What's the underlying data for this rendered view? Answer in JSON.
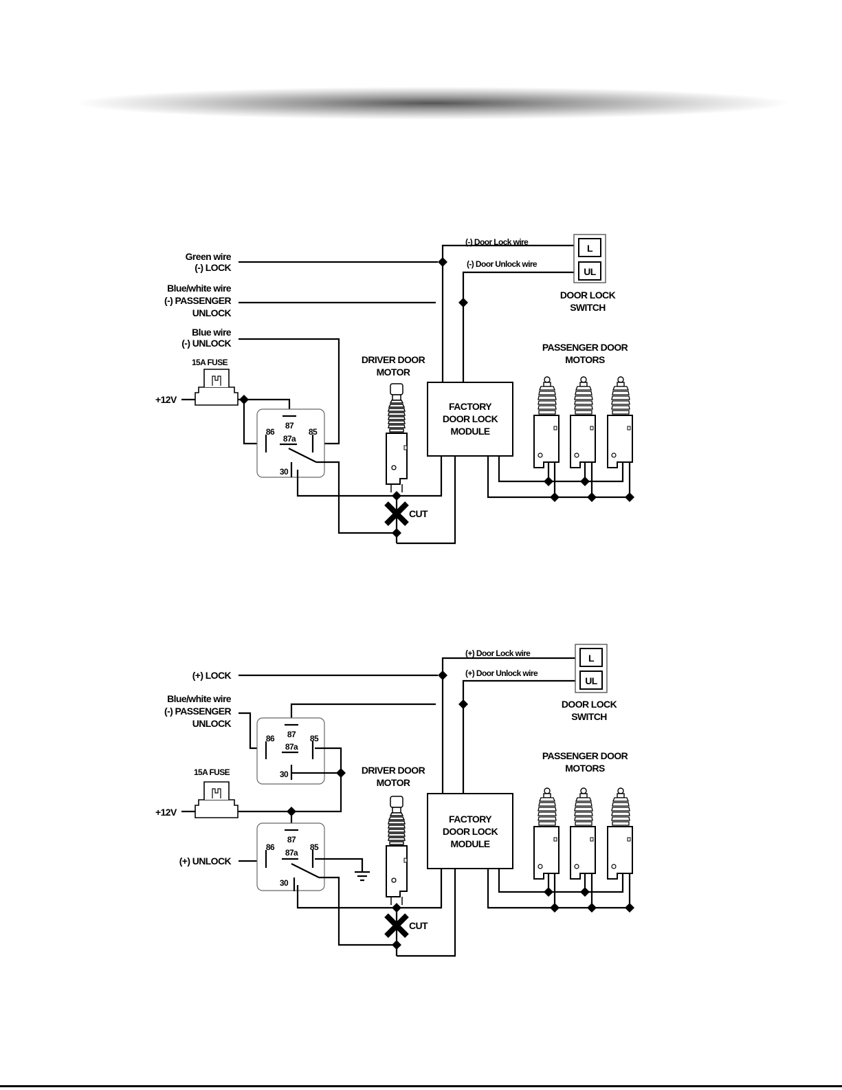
{
  "top_diagram": {
    "inputs": {
      "lock_wire": "Green wire",
      "lock_label": "(-) LOCK",
      "pass_wire": "Blue/white wire",
      "pass_label1": "(-) PASSENGER",
      "pass_label2": "UNLOCK",
      "unlock_wire": "Blue wire",
      "unlock_label": "(-) UNLOCK"
    },
    "fuse": "15A FUSE",
    "power": "+12V",
    "relay": {
      "p87": "87",
      "p87a": "87a",
      "p86": "86",
      "p85": "85",
      "p30": "30"
    },
    "switch_wire_lock": "(-) Door Lock wire",
    "switch_wire_unlock": "(-) Door Unlock wire",
    "switch_L": "L",
    "switch_UL": "UL",
    "switch_title1": "DOOR LOCK",
    "switch_title2": "SWITCH",
    "driver1": "DRIVER DOOR",
    "driver2": "MOTOR",
    "module1": "FACTORY",
    "module2": "DOOR LOCK",
    "module3": "MODULE",
    "pass1": "PASSENGER DOOR",
    "pass2": "MOTORS",
    "cut": "CUT"
  },
  "bottom_diagram": {
    "inputs": {
      "lock_label": "(+) LOCK",
      "pass_wire": "Blue/white wire",
      "pass_label1": "(-) PASSENGER",
      "pass_label2": "UNLOCK",
      "unlock_label": "(+) UNLOCK"
    },
    "fuse": "15A FUSE",
    "power": "+12V",
    "relay_a": {
      "p87": "87",
      "p87a": "87a",
      "p86": "86",
      "p85": "85",
      "p30": "30"
    },
    "relay_b": {
      "p87": "87",
      "p87a": "87a",
      "p86": "86",
      "p85": "85",
      "p30": "30"
    },
    "switch_wire_lock": "(+) Door Lock wire",
    "switch_wire_unlock": "(+) Door Unlock wire",
    "switch_L": "L",
    "switch_UL": "UL",
    "switch_title1": "DOOR LOCK",
    "switch_title2": "SWITCH",
    "driver1": "DRIVER DOOR",
    "driver2": "MOTOR",
    "module1": "FACTORY",
    "module2": "DOOR LOCK",
    "module3": "MODULE",
    "pass1": "PASSENGER DOOR",
    "pass2": "MOTORS",
    "cut": "CUT"
  }
}
